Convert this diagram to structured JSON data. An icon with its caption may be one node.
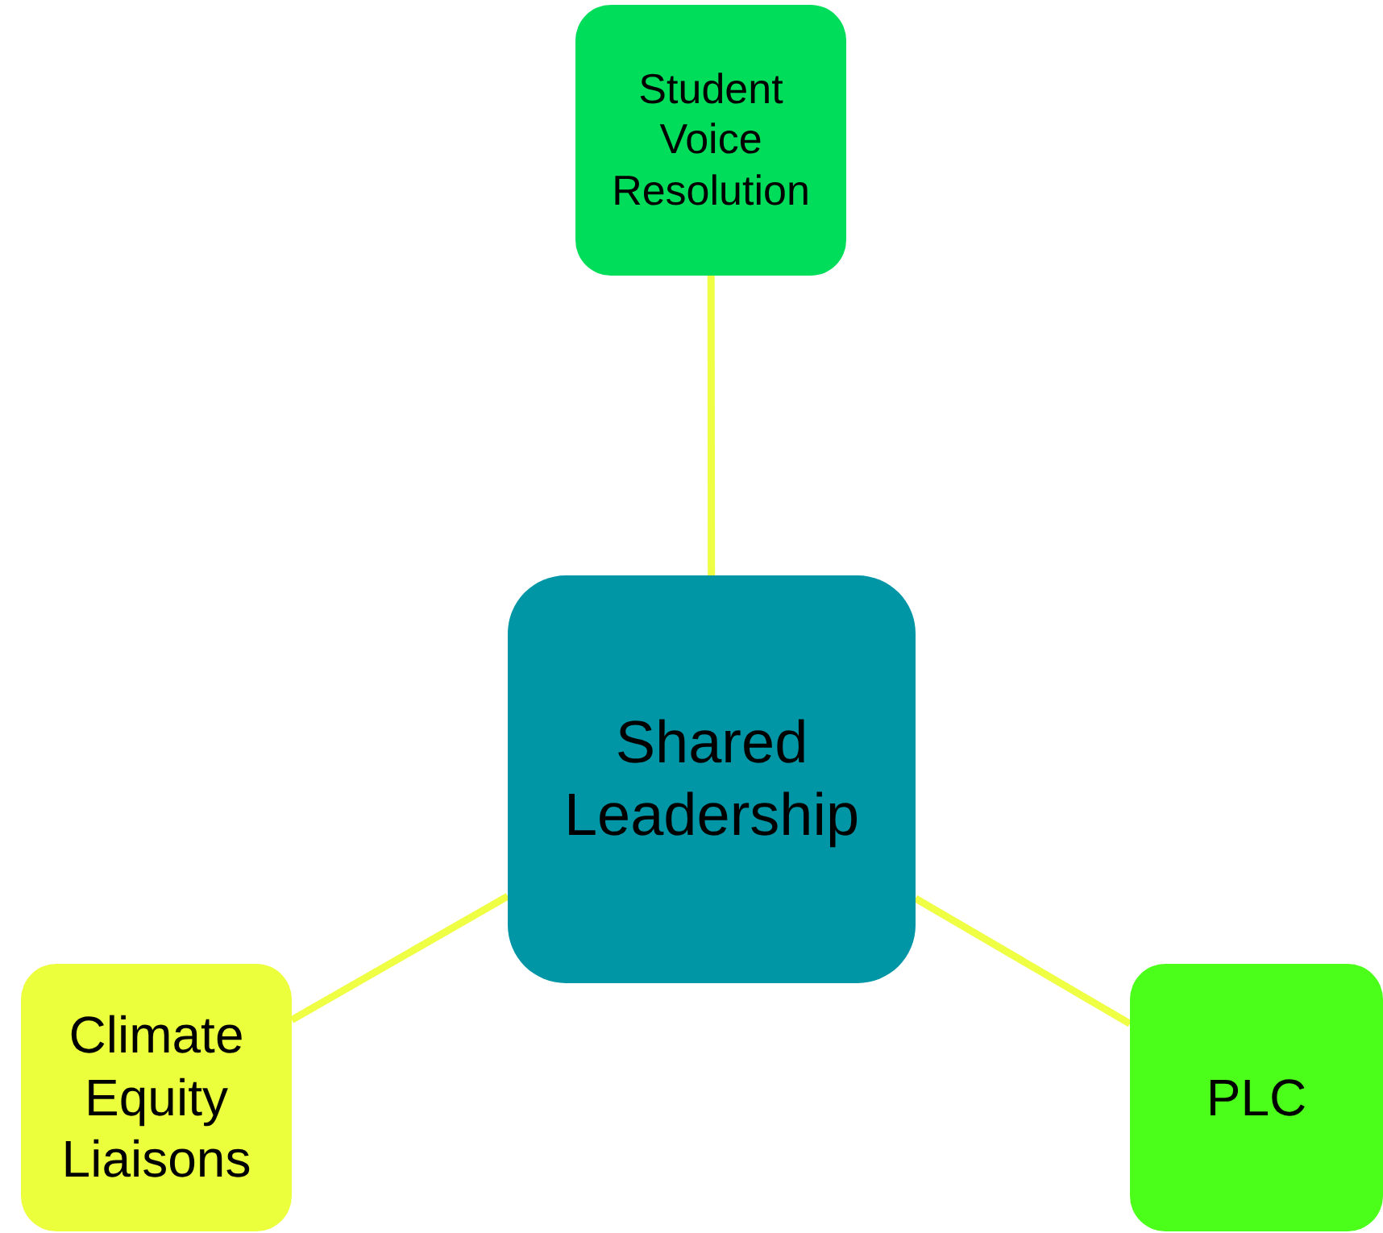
{
  "diagram": {
    "nodes": [
      {
        "text": [
          "Student Voice Resolution"
        ]
      },
      {
        "text": [
          "Shared Leadership"
        ]
      },
      {
        "text": [
          "Climate Equity Liaisons"
        ]
      },
      {
        "text": [
          "PLC"
        ]
      }
    ],
    "edges": [
      {
        "from": 1,
        "to": 0,
        "arrow": "none"
      },
      {
        "from": 1,
        "to": 2,
        "arrow": "none"
      },
      {
        "from": 1,
        "to": 3,
        "arrow": "none"
      }
    ]
  }
}
